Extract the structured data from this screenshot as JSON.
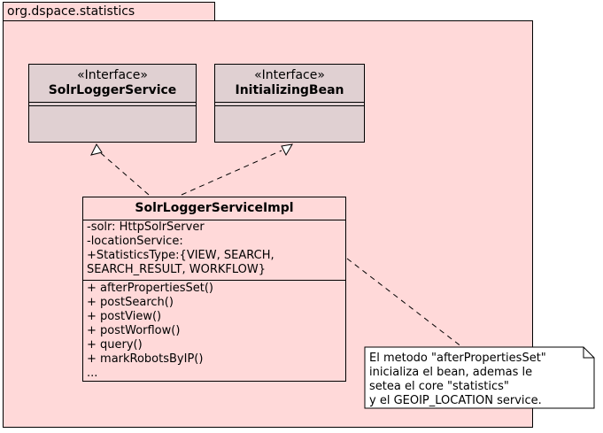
{
  "package": {
    "name": "org.dspace.statistics"
  },
  "interfaces": [
    {
      "stereotype": "«Interface»",
      "name": "SolrLoggerService"
    },
    {
      "stereotype": "«Interface»",
      "name": "InitializingBean"
    }
  ],
  "class": {
    "name": "SolrLoggerServiceImpl",
    "attributes": [
      "-solr: HttpSolrServer",
      "-locationService:",
      "+StatisticsType:{VIEW, SEARCH,",
      "SEARCH_RESULT, WORKFLOW}"
    ],
    "operations": [
      "+ afterPropertiesSet()",
      "+ postSearch()",
      "+ postView()",
      "+ postWorflow()",
      "+ query()",
      "+ markRobotsByIP()",
      "..."
    ]
  },
  "note": {
    "lines": [
      "El metodo \"afterPropertiesSet\"",
      "inicializa el bean, ademas le",
      "setea el core \"statistics\"",
      "y el GEOIP_LOCATION service."
    ]
  },
  "colors": {
    "package_fill": "#ffd9d9",
    "interface_fill": "#e0d0d2",
    "note_fill": "#ffffff",
    "line": "#000000"
  }
}
